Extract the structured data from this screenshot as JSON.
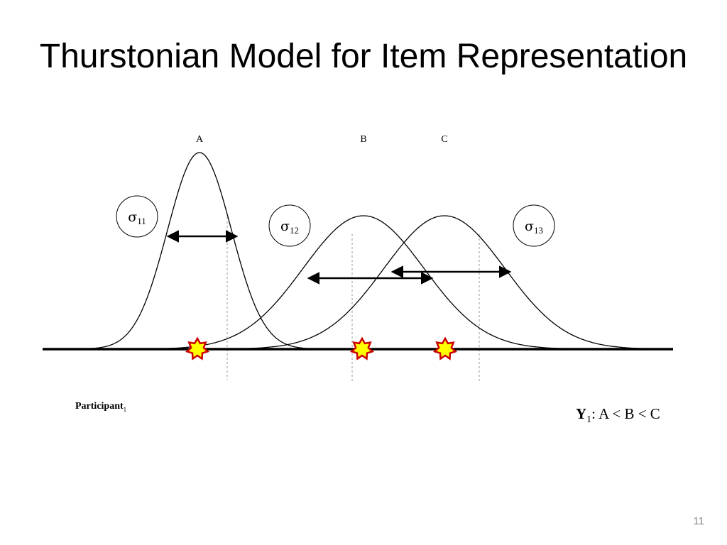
{
  "slide": {
    "title": "Thurstonian Model for Item Representation",
    "page_number": "11"
  },
  "items": [
    {
      "label": "A",
      "sigma_symbol": "σ",
      "sigma_subscript": "11",
      "spread": "narrow"
    },
    {
      "label": "B",
      "sigma_symbol": "σ",
      "sigma_subscript": "12",
      "spread": "wide"
    },
    {
      "label": "C",
      "sigma_symbol": "σ",
      "sigma_subscript": "13",
      "spread": "wide"
    }
  ],
  "participant": {
    "label": "Participant",
    "subscript": "1"
  },
  "ordering": {
    "symbol": "Y",
    "subscript": "1",
    "text": ":  A < B < C"
  },
  "colors": {
    "curve": "#000000",
    "axis": "#000000",
    "dashed_line": "#999999",
    "star_fill": "#ffff00",
    "star_stroke": "#cc0000",
    "page_number": "#8a8a8a"
  }
}
